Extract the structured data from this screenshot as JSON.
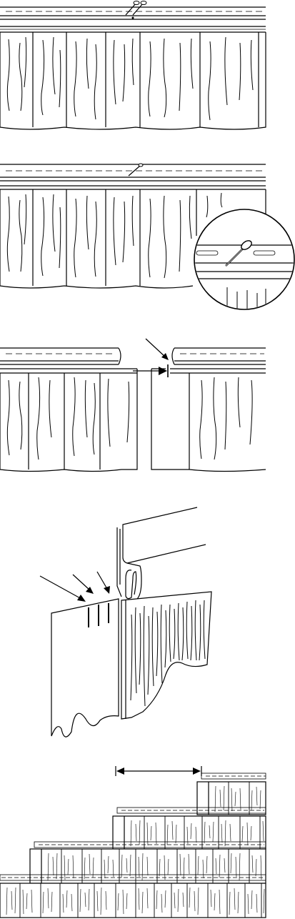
{
  "figure": {
    "panels": [
      {
        "id": "nail-head-alignment",
        "shows": [
          "nail-icon",
          "nail-icon"
        ]
      },
      {
        "id": "nail-in-slot",
        "shows": [
          "nail-icon",
          "magnify-icon"
        ]
      },
      {
        "id": "expansion-gap",
        "shows": [
          "arrow-icon",
          "gap-icon"
        ]
      },
      {
        "id": "lock-detail",
        "shows": [
          "arrow-icon",
          "arrow-icon",
          "arrow-icon"
        ]
      },
      {
        "id": "stagger-courses",
        "shows": [
          "dimension-arrow-icon"
        ]
      }
    ],
    "line_color": "#000000",
    "background_color": "#ffffff"
  }
}
